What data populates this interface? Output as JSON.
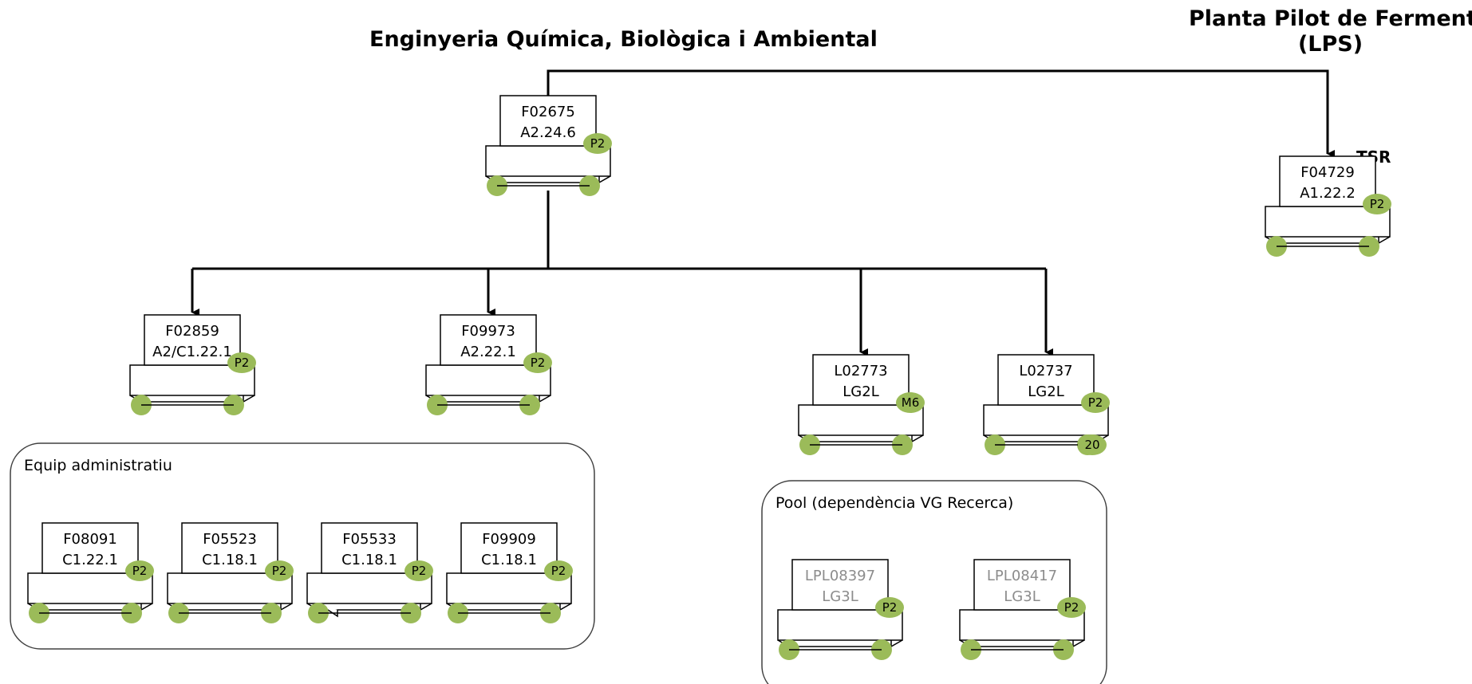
{
  "header": {
    "main_title": "Enginyeria Química, Biològica i Ambiental",
    "right_title_line1": "Planta Pilot de Fermentació",
    "right_title_line2": "(LPS)"
  },
  "tag": "TSR",
  "groups": {
    "admin": "Equip administratiu",
    "pool": "Pool (dependència VG Recerca)"
  },
  "nodes": {
    "root": {
      "code": "F02675",
      "room": "A2.24.6",
      "badge": "P2"
    },
    "right": {
      "code": "F04729",
      "room": "A1.22.2",
      "badge": "P2"
    },
    "c1": {
      "code": "F02859",
      "room": "A2/C1.22.1",
      "badge": "P2"
    },
    "c2": {
      "code": "F09973",
      "room": "A2.22.1",
      "badge": "P2"
    },
    "c3": {
      "code": "L02773",
      "room": "LG2L",
      "badge": "M6"
    },
    "c4": {
      "code": "L02737",
      "room": "LG2L",
      "badge": "P2",
      "extra": "20"
    },
    "a1": {
      "code": "F08091",
      "room": "C1.22.1",
      "badge": "P2"
    },
    "a2": {
      "code": "F05523",
      "room": "C1.18.1",
      "badge": "P2"
    },
    "a3": {
      "code": "F05533",
      "room": "C1.18.1",
      "badge": "P2"
    },
    "a4": {
      "code": "F09909",
      "room": "C1.18.1",
      "badge": "P2"
    },
    "p1": {
      "code": "LPL08397",
      "room": "LG3L",
      "badge": "P2"
    },
    "p2": {
      "code": "LPL08417",
      "room": "LG3L",
      "badge": "P2"
    }
  },
  "colors": {
    "badge_fill": "#9bbb59",
    "line": "#000000",
    "pool_text": "#8c8c8c",
    "group_border": "#404040"
  }
}
